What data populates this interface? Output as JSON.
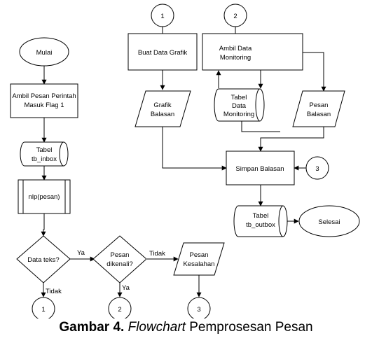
{
  "nodes": {
    "mulai": "Mulai",
    "ambil_pesan": [
      "Ambil Pesan Perintah",
      "Masuk Flag 1"
    ],
    "tb_inbox": [
      "Tabel",
      "tb_inbox"
    ],
    "nlp": "nlp(pesan)",
    "data_teks": "Data teks?",
    "pesan_dikenali": [
      "Pesan",
      "dikenali?"
    ],
    "pesan_kesalahan": [
      "Pesan",
      "Kesalahan"
    ],
    "con1_bottom": "1",
    "con2_bottom": "2",
    "con3_bottom": "3",
    "con1_top": "1",
    "con2_top": "2",
    "con3_right": "3",
    "buat_data_grafik": "Buat Data Grafik",
    "grafik_balasan": [
      "Grafik",
      "Balasan"
    ],
    "ambil_data_monitoring": [
      "Ambil Data",
      "Monitoring"
    ],
    "tabel_data_monitoring": [
      "Tabel",
      "Data",
      "Monitoring"
    ],
    "pesan_balasan": [
      "Pesan",
      "Balasan"
    ],
    "simpan_balasan": "Simpan Balasan",
    "tb_outbox": [
      "Tabel",
      "tb_outbox"
    ],
    "selesai": "Selesai"
  },
  "edge_labels": {
    "ya1": "Ya",
    "tidak1": "Tidak",
    "tidak2": "Tidak",
    "ya2": "Ya"
  },
  "caption": {
    "prefix": "Gambar 4.",
    "italic": "Flowchart",
    "rest": " Pemprosesan Pesan"
  }
}
